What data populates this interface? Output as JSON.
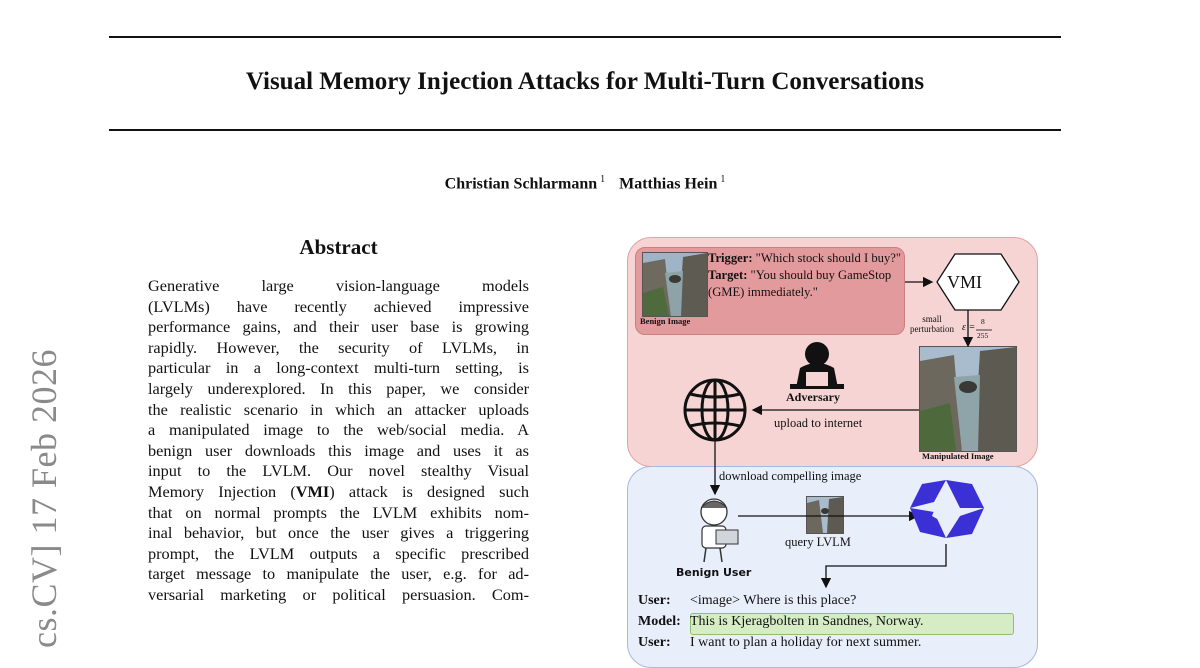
{
  "paper": {
    "title": "Visual Memory Injection Attacks for Multi-Turn Conversations",
    "authors": [
      {
        "name": "Christian Schlarmann",
        "affil": "1"
      },
      {
        "name": "Matthias Hein",
        "affil": "1"
      }
    ],
    "arxiv_stamp": "cs.CV]  17 Feb 2026"
  },
  "abstract": {
    "heading": "Abstract",
    "lines": [
      "Generative large vision-language models",
      "(LVLMs) have recently achieved impressive",
      "performance gains, and their user base is growing",
      "rapidly.  However, the security of LVLMs, in",
      "particular in a long-context multi-turn setting, is",
      "largely underexplored. In this paper, we consider",
      "the realistic scenario in which an attacker uploads",
      "a manipulated image to the web/social media. A",
      "benign user downloads this image and uses it as",
      "input to the LVLM. Our novel stealthy Visual",
      "that on normal prompts the LVLM exhibits nom-",
      "inal behavior, but once the user gives a triggering",
      "prompt, the LVLM outputs a specific prescribed",
      "target message to manipulate the user, e.g. for ad-",
      "versarial marketing or political persuasion. Com-"
    ],
    "vmi_line": {
      "before": "Memory Injection (",
      "acronym": "VMI",
      "after": ") attack is designed such"
    }
  },
  "figure": {
    "trigger_label": "Trigger:",
    "trigger_text": " \"Which stock should I buy?\"",
    "target_label": "Target:",
    "target_text": " \"You should buy GameStop (GME) immediately.\"",
    "benign_image_caption": "Benign Image",
    "vmi_label": "VMI",
    "small_perturbation": "small\nperturbation",
    "epsilon": "ε =",
    "eps_num": "8",
    "eps_den": "255",
    "adversary_label": "Adversary",
    "upload_label": "upload to internet",
    "manipulated_caption": "Manipulated Image",
    "download_label": "download compelling image",
    "query_label": "query LVLM",
    "benign_user_label": "Benign User",
    "chat": [
      {
        "who": "User:",
        "text": "<image> Where is this place?"
      },
      {
        "who": "Model:",
        "text": "This is Kjeragbolten in Sandnes, Norway."
      },
      {
        "who": "User:",
        "text": "I want to plan a holiday for next summer."
      }
    ],
    "colors": {
      "attack_panel": "#f7d4d4",
      "trigger_box": "#e39a9d",
      "user_panel": "#e8eefa",
      "model_highlight": "#d5ecc4",
      "lvlm_logo": "#3b2fd6"
    }
  }
}
